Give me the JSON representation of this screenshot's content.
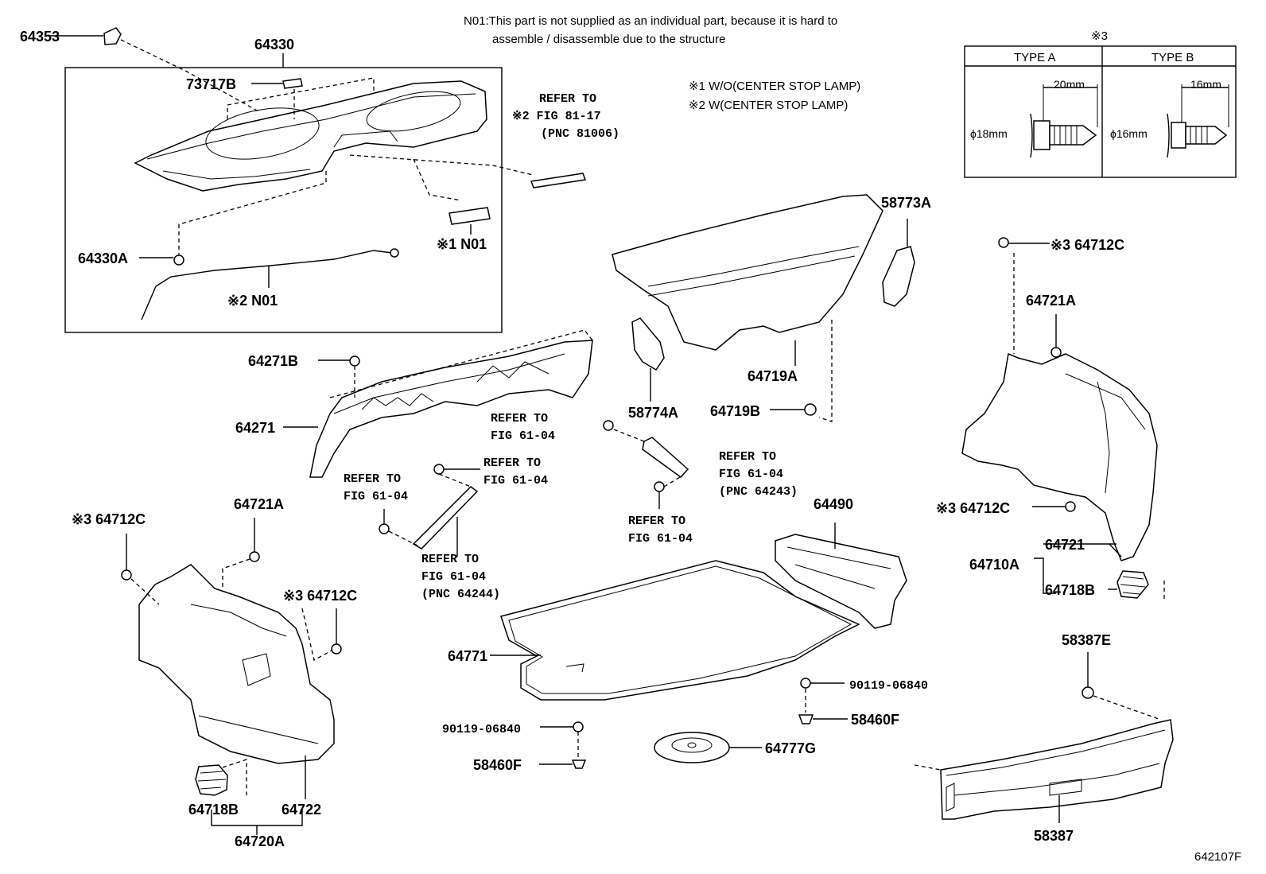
{
  "note_n01": {
    "line1": "N01:This part is not supplied as an individual part, because it is hard to",
    "line2": "assemble / disassemble due to the structure"
  },
  "note_variants": {
    "v1": "※1 W/O(CENTER STOP LAMP)",
    "v2": "※2 W(CENTER STOP LAMP)"
  },
  "clip_table": {
    "title": "※3",
    "type_a": "TYPE A",
    "type_b": "TYPE B",
    "a_length": "20mm",
    "a_diameter": "ϕ18mm",
    "b_length": "16mm",
    "b_diameter": "ϕ16mm"
  },
  "refs": {
    "r81_1": "REFER TO",
    "r81_2": "※2 FIG 81-17",
    "r81_3": "(PNC 81006)",
    "ra_1": "REFER TO",
    "ra_2": "FIG 61-04",
    "rb_1": "REFER TO",
    "rb_2": "FIG 61-04",
    "rc_1": "REFER TO",
    "rc_2": "FIG 61-04",
    "rd_1": "REFER TO",
    "rd_2": "FIG 61-04",
    "rd_3": "(PNC 64243)",
    "re_1": "REFER TO",
    "re_2": "FIG 61-04",
    "rf_1": "REFER TO",
    "rf_2": "FIG 61-04",
    "rf_3": "(PNC 64244)"
  },
  "labels": {
    "p64353": "64353",
    "p64330": "64330",
    "p73717B": "73717B",
    "p64330A": "64330A",
    "n01_1": "※1 N01",
    "n01_2": "※2 N01",
    "p64271B": "64271B",
    "p64271": "64271",
    "p58773A": "58773A",
    "p64719A": "64719A",
    "p58774A": "58774A",
    "p64719B": "64719B",
    "p64712C_r1": "※3 64712C",
    "p64721A_r": "64721A",
    "p64712C_r2": "※3 64712C",
    "p64721": "64721",
    "p64710A": "64710A",
    "p64718B_r": "64718B",
    "p64712C_l1": "※3 64712C",
    "p64721A_l": "64721A",
    "p64712C_l2": "※3 64712C",
    "p64718B_l": "64718B",
    "p64722": "64722",
    "p64720A": "64720A",
    "p64490": "64490",
    "p64771": "64771",
    "p90119_r": "90119-06840",
    "p58460F_r": "58460F",
    "p90119_l": "90119-06840",
    "p58460F_l": "58460F",
    "p64777G": "64777G",
    "p58387E": "58387E",
    "p58387": "58387",
    "fig_code": "642107F"
  }
}
